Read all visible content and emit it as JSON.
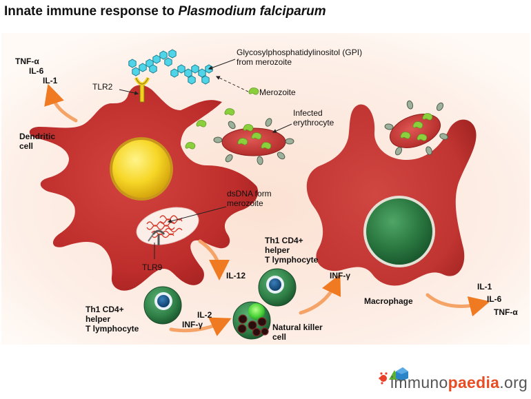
{
  "title": {
    "prefix": "Innate immune response to ",
    "species": "Plasmodium falciparum"
  },
  "labels": {
    "gpi": "Glycosylphosphatidylinositol (GPI)",
    "gpi2": "from merozoite",
    "merozoite": "Merozoite",
    "infected1": "Infected",
    "infected2": "erythrocyte",
    "tlr2": "TLR2",
    "tlr9": "TLR9",
    "dsdna1": "dsDNA form",
    "dsdna2": "merozoite",
    "dendritic1": "Dendritic",
    "dendritic2": "cell",
    "macrophage": "Macrophage",
    "th1_a_1": "Th1 CD4+",
    "th1_a_2": "helper",
    "th1_a_3": "T lymphocyte",
    "th1_b_1": "Th1 CD4+",
    "th1_b_2": "helper",
    "th1_b_3": "T lymphocyte",
    "nk1": "Natural killer",
    "nk2": "cell"
  },
  "cytokines": {
    "dc_out": [
      "TNF-α",
      "IL-6",
      "IL-1"
    ],
    "il12": "IL-12",
    "t_out": [
      "IL-2",
      "INF-γ"
    ],
    "nk_out": "INF-γ",
    "mac_out": [
      "IL-1",
      "IL-6",
      "TNF-α"
    ]
  },
  "logo": {
    "part1": "immuno",
    "part2": "paedia",
    "part3": ".org"
  },
  "colors": {
    "cell_red": "#c0302e",
    "nucleus_yellow": "#f2cf1d",
    "nucleus_green": "#2e7a43",
    "merozoite_green": "#8ccf3c",
    "arrow_orange": "#f07a22",
    "background_band": "#fdeee6",
    "gpi_cyan": "#4fd4e8"
  }
}
